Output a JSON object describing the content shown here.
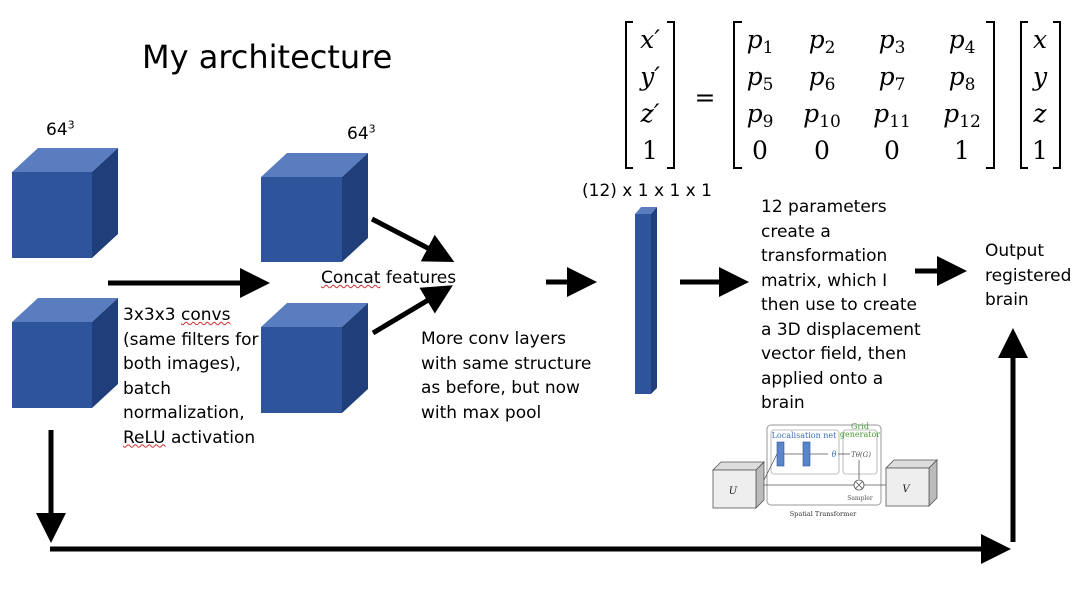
{
  "title": "My architecture",
  "cube_labels": {
    "left": {
      "base": "64",
      "exp": "3"
    },
    "right": {
      "base": "64",
      "exp": "3"
    }
  },
  "conv_desc": {
    "line1": "3x3x3 ",
    "line1_word": "convs",
    "line2": "(same filters for",
    "line3": "both images),",
    "line4": "batch",
    "line5": "normalization,",
    "line6_word": "ReLU",
    "line6": " activation"
  },
  "concat_label": {
    "word": "Concat",
    "rest": " features"
  },
  "more_conv": [
    "More conv layers",
    "with same structure",
    "as before, but now",
    "with max pool"
  ],
  "param_vector_label": "(12) x 1 x 1 x 1",
  "param_desc": [
    "12 parameters",
    "create a",
    "transformation",
    "matrix, which I",
    "then use to create",
    "a 3D displacement",
    "vector field, then",
    "applied onto a",
    "brain"
  ],
  "output_label": [
    "Output",
    "registered",
    "brain"
  ],
  "equation": {
    "lhs": [
      "x′",
      "y′",
      "z′",
      "1"
    ],
    "matrix": [
      [
        "p1",
        "p2",
        "p3",
        "p4"
      ],
      [
        "p5",
        "p6",
        "p7",
        "p8"
      ],
      [
        "p9",
        "p10",
        "p11",
        "p12"
      ],
      [
        "0",
        "0",
        "0",
        "1"
      ]
    ],
    "rhs": [
      "x",
      "y",
      "z",
      "1"
    ]
  },
  "spatial_transformer": {
    "localisation_net": "Localisation net",
    "grid_generator_1": "Grid",
    "grid_generator_2": "generator",
    "theta": "θ",
    "grid_fn": "Tθ(G)",
    "sampler": "Sampler",
    "caption": "Spatial Transformer",
    "input": "U",
    "output": "V"
  },
  "colors": {
    "cube_front": "#2e549c",
    "cube_top": "#5a7dbf",
    "cube_side": "#1f3e7a",
    "arrow": "#000000",
    "localisation_label": "#3b6fb8",
    "grid_label": "#4a9a3a"
  }
}
